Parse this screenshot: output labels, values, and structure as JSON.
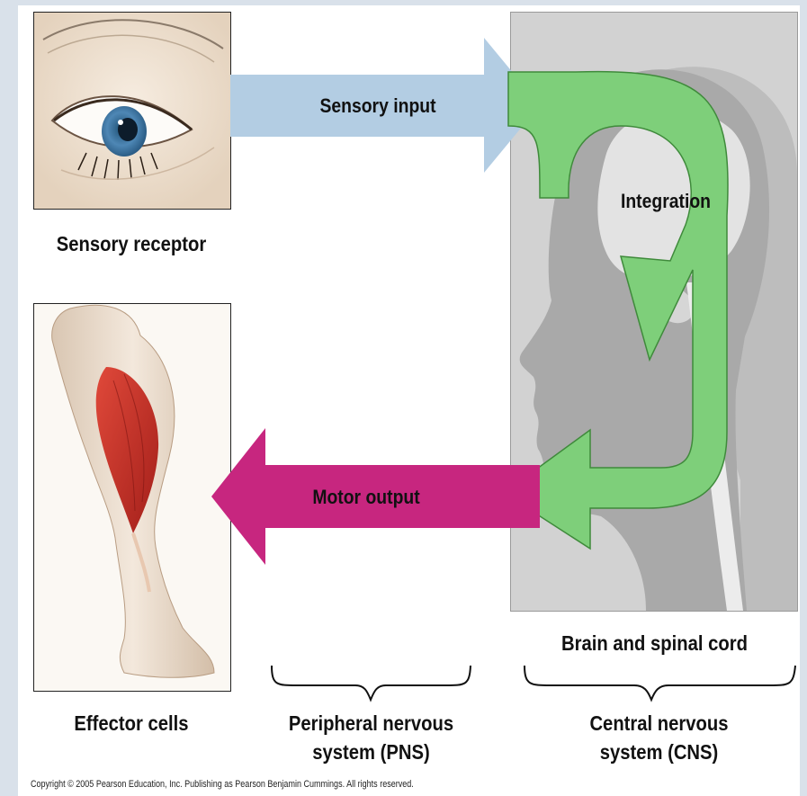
{
  "labels": {
    "sensory_receptor": "Sensory receptor",
    "effector_cells": "Effector cells",
    "sensory_input": "Sensory input",
    "integration": "Integration",
    "motor_output": "Motor output",
    "brain_spinal_cord": "Brain and spinal cord",
    "pns_line1": "Peripheral nervous",
    "pns_line2": "system (PNS)",
    "cns_line1": "Central nervous",
    "cns_line2": "system (CNS)"
  },
  "copyright": "Copyright © 2005 Pearson Education, Inc. Publishing as Pearson Benjamin Cummings. All rights reserved.",
  "colors": {
    "sensory_arrow": "#b3cde3",
    "integration_arrow": "#7ecf7a",
    "motor_arrow": "#c7267f",
    "cns_background": "#d2d2d2",
    "head_silhouette": "#a9a9a9"
  },
  "icons": [
    "eye-illustration",
    "leg-muscle-illustration",
    "head-silhouette"
  ]
}
